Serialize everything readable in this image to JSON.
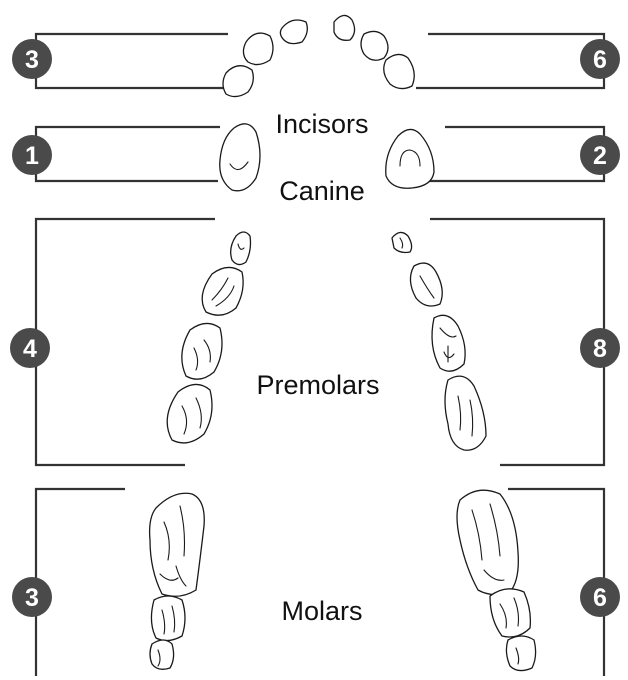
{
  "groups": {
    "incisors": {
      "label": "Incisors",
      "left_count": "3",
      "right_count": "6"
    },
    "canine": {
      "label": "Canine",
      "left_count": "1",
      "right_count": "2"
    },
    "premolars": {
      "label": "Premolars",
      "left_count": "4",
      "right_count": "8"
    },
    "molars": {
      "label": "Molars",
      "left_count": "3",
      "right_count": "6"
    }
  },
  "colors": {
    "badge": "#4a4a4a",
    "bracket": "#333333",
    "text": "#111111"
  }
}
